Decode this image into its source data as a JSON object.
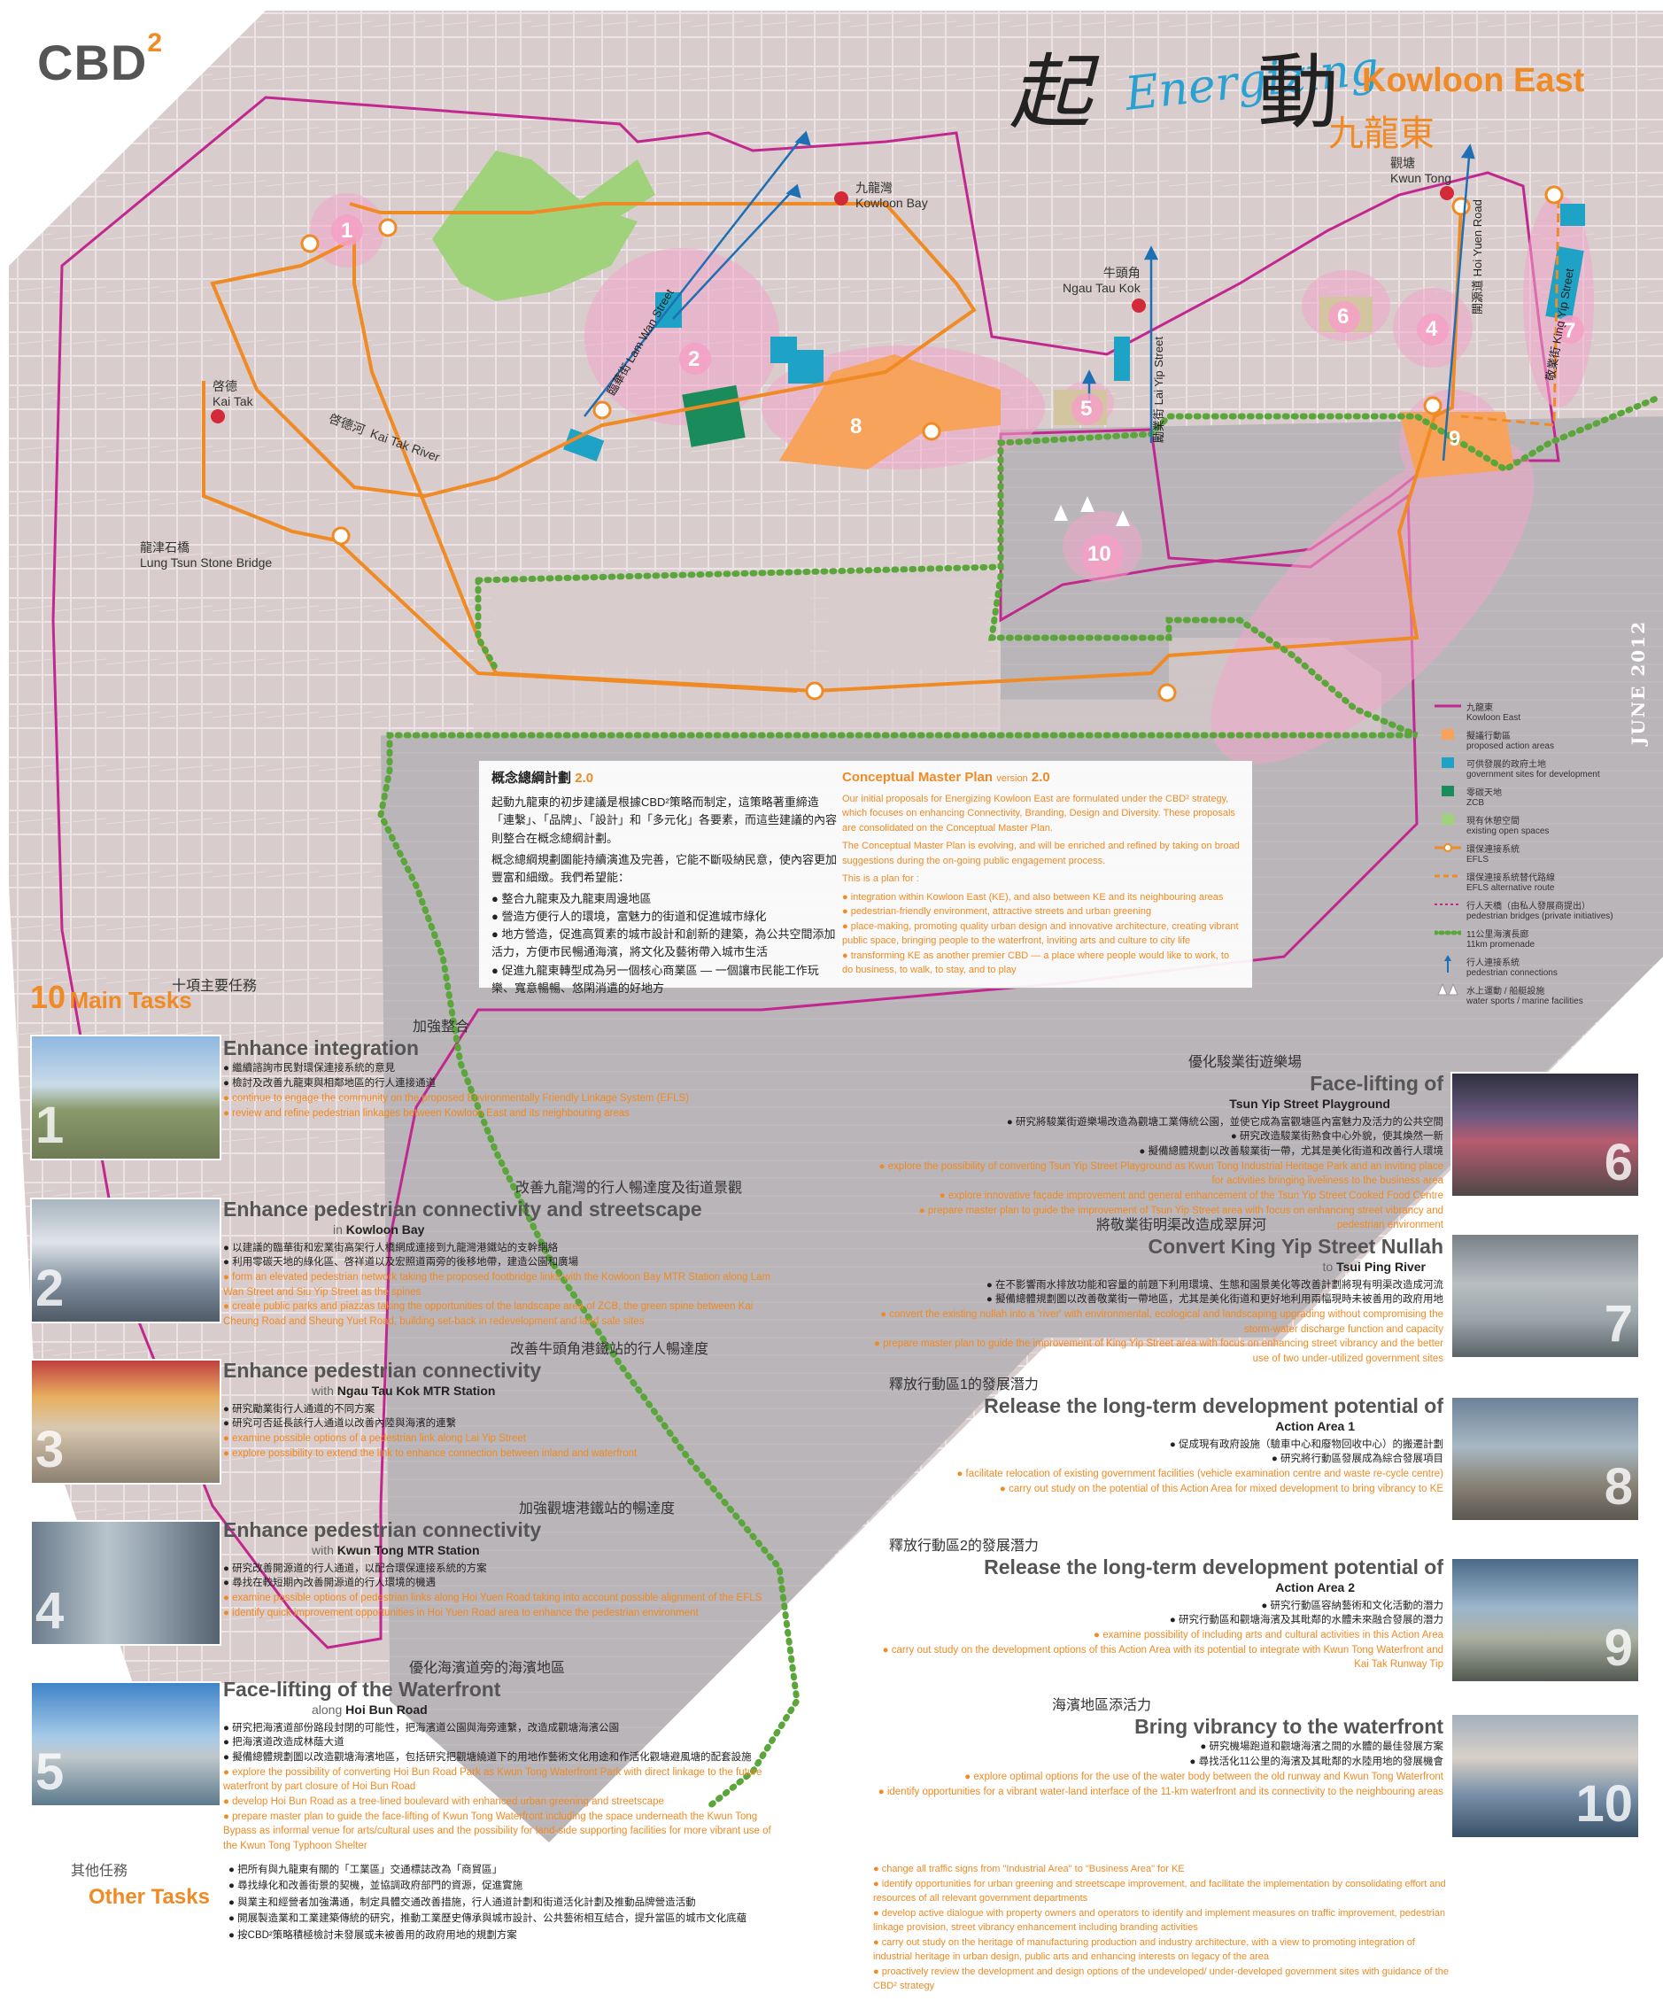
{
  "header": {
    "logo": "CBD",
    "logo_sup": "2",
    "title_cn_left": "起",
    "title_script": "Energizing",
    "title_cn_right": "動",
    "district_en": "Kowloon East",
    "district_cn": "九龍東",
    "date_stamp": "JUNE 2012"
  },
  "map": {
    "stations": [
      {
        "cn": "九龍灣",
        "en": "Kowloon Bay"
      },
      {
        "cn": "牛頭角",
        "en": "Ngau Tau Kok"
      },
      {
        "cn": "觀塘",
        "en": "Kwun Tong"
      },
      {
        "cn": "啓德",
        "en": "Kai Tak"
      }
    ],
    "places": {
      "lung_tsun_cn": "龍津石橋",
      "lung_tsun_en": "Lung Tsun Stone Bridge",
      "river_cn": "啓德河",
      "river_en": "Kai Tak River"
    },
    "streets": {
      "lam_wan": "臨華街 Lam Wan Street",
      "lai_yip": "勵業街 Lai Yip Street",
      "hoi_yuen": "開源道 Hoi Yuen Road",
      "king_yip": "敬業街 King Yip Street"
    },
    "areas": [
      "1",
      "2",
      "4",
      "5",
      "6",
      "7",
      "8",
      "9",
      "10"
    ]
  },
  "master_plan": {
    "title_cn": "概念總綱計劃",
    "version_cn": "2.0",
    "cn_intro": "起動九龍東的初步建議是根據CBD²策略而制定，這策略著重締造「連繫」、「品牌」、「設計」和「多元化」各要素，而這些建議的內容則整合在概念總綱計劃。",
    "cn_intro2": "概念總綱規劃圖能持續演進及完善，它能不斷吸納民意，使內容更加豐富和細緻。我們希望能：",
    "cn_points": [
      "● 整合九龍東及九龍東周邊地區",
      "● 營造方便行人的環境，富魅力的街道和促進城市綠化",
      "● 地方營造，促進高質素的城市設計和創新的建築，為公共空間添加活力，方便市民暢通海濱，將文化及藝術帶入城市生活",
      "● 促進九龍東轉型成為另一個核心商業區 — 一個讓市民能工作玩樂、寬意暢暢、悠閑消遣的好地方"
    ],
    "title_en": "Conceptual Master Plan",
    "version_en": "version",
    "version_en_num": "2.0",
    "en_intro": "Our initial proposals for Energizing Kowloon East are formulated under the CBD² strategy, which focuses on enhancing Connectivity, Branding, Design and Diversity. These proposals are consolidated on the Conceptual Master Plan.",
    "en_intro2": "The Conceptual Master Plan is evolving, and will be enriched and refined by taking on broad suggestions during the on-going public engagement process.",
    "en_intro3": "This is a plan for :",
    "en_points": [
      "● integration within Kowloon East (KE), and also between KE and its neighbouring areas",
      "● pedestrian-friendly environment, attractive streets and urban greening",
      "● place-making, promoting quality urban design and innovative architecture, creating vibrant public space, bringing people to the waterfront, inviting arts and culture to city life",
      "● transforming KE as another premier CBD — a place where people would like to work, to do business, to walk, to stay, and to play"
    ]
  },
  "legend": [
    {
      "cn": "九龍東",
      "en": "Kowloon East",
      "color": "#c2278f"
    },
    {
      "cn": "擬議行動區",
      "en": "proposed action areas",
      "color": "#f7a35c"
    },
    {
      "cn": "可供發展的政府土地",
      "en": "government sites for development",
      "color": "#1ea2c5"
    },
    {
      "cn": "零碳天地",
      "en": "ZCB",
      "color": "#1a8b5a"
    },
    {
      "cn": "現有休憩空間",
      "en": "existing open spaces",
      "color": "#9fd27a"
    },
    {
      "cn": "環保連接系統",
      "en": "EFLS",
      "color": "#f08a24"
    },
    {
      "cn": "環保連接系統替代路線",
      "en": "EFLS alternative route",
      "color": "#f08a24"
    },
    {
      "cn": "行人天橋（由私人發展商提出）",
      "en": "pedestrian bridges (private initiatives)",
      "color": "#c2278f"
    },
    {
      "cn": "11公里海濱長廊",
      "en": "11km promenade",
      "color": "#5aa63a"
    },
    {
      "cn": "行人連接系統",
      "en": "pedestrian connections",
      "color": "#1f6fb5"
    },
    {
      "cn": "水上運動 / 船艇設施",
      "en": "water sports / marine facilities",
      "color": "#ffffff"
    }
  ],
  "tasks_header": {
    "num": "10",
    "en": "Main Tasks",
    "cn": "十項主要任務"
  },
  "tasks": [
    {
      "cn": "加強整合",
      "en": "Enhance integration",
      "sub_pre": "",
      "sub": "",
      "cn_items": [
        "● 繼續諮詢市民對環保連接系統的意見",
        "● 檢討及改善九龍東與相鄰地區的行人連接通道"
      ],
      "en_items": [
        "● continue to engage the community on the proposed Environmentally Friendly Linkage System (EFLS)",
        "● review and refine pedestrian linkages between Kowloon East and its neighbouring areas"
      ]
    },
    {
      "cn": "改善九龍灣的行人暢達度及街道景觀",
      "en": "Enhance pedestrian connectivity and streetscape",
      "sub_pre": "in",
      "sub": "Kowloon Bay",
      "cn_items": [
        "● 以建議的臨華街和宏業街高架行人橋網成連接到九龍灣港鐵站的支幹網絡",
        "● 利用零碳天地的綠化區、啓祥道以及宏照道兩旁的後移地帶，建造公園和廣場"
      ],
      "en_items": [
        "● form an elevated pedestrian network taking the proposed footbridge links with the Kowloon Bay MTR Station along Lam Wan Street and Siu Yip Street as the spines",
        "● create public parks and piazzas taking the opportunities of the landscape area of ZCB, the green spine between Kai Cheung Road and Sheung Yuet Road, building set-back in redevelopment and land sale sites"
      ]
    },
    {
      "cn": "改善牛頭角港鐵站的行人暢達度",
      "en": "Enhance pedestrian connectivity",
      "sub_pre": "with",
      "sub": "Ngau Tau Kok MTR Station",
      "cn_items": [
        "● 研究勵業街行人通道的不同方案",
        "● 研究可否延長該行人通道以改善內陸與海濱的連繫"
      ],
      "en_items": [
        "● examine possible options of a pedestrian link along Lai Yip Street",
        "● explore possibility to extend the link to enhance connection between inland and waterfront"
      ]
    },
    {
      "cn": "加強觀塘港鐵站的暢達度",
      "en": "Enhance pedestrian connectivity",
      "sub_pre": "with",
      "sub": "Kwun Tong MTR Station",
      "cn_items": [
        "● 研究改善開源道的行人通道，以配合環保連接系統的方案",
        "● 尋找在較短期內改善開源道的行人環境的機遇"
      ],
      "en_items": [
        "● examine possible options of pedestrian links along Hoi Yuen Road taking into account possible alignment of the EFLS",
        "● identify quick improvement opportunities in Hoi Yuen Road area to enhance the pedestrian environment"
      ]
    },
    {
      "cn": "優化海濱道旁的海濱地區",
      "en": "Face-lifting of the Waterfront",
      "sub_pre": "along",
      "sub": "Hoi Bun Road",
      "cn_items": [
        "● 研究把海濱道部份路段封閉的可能性，把海濱道公園與海旁連繫，改造成觀塘海濱公園",
        "● 把海濱道改造成林蔭大道",
        "● 擬備總體規劃圖以改造觀塘海濱地區，包括研究把觀塘繞道下的用地作藝術文化用途和作活化觀塘避風塘的配套設施"
      ],
      "en_items": [
        "● explore the possibility of converting Hoi Bun Road Park as Kwun Tong Waterfront Park with direct linkage to the future waterfront by part closure of Hoi Bun Road",
        "● develop Hoi Bun Road as a tree-lined boulevard with enhanced urban greening and streetscape",
        "● prepare master plan to guide the face-lifting of Kwun Tong Waterfront including the space underneath the Kwun Tong Bypass as informal venue for arts/cultural uses and the possibility for land-side supporting facilities for more vibrant use of the Kwun Tong Typhoon Shelter"
      ]
    },
    {
      "cn": "優化駿業街遊樂場",
      "en": "Face-lifting of",
      "sub_pre": "",
      "sub": "Tsun Yip Street Playground",
      "cn_items": [
        "● 研究將駿業街遊樂場改造為觀塘工業傳統公園，並使它成為富觀塘區內富魅力及活力的公共空間",
        "● 研究改造駿業街熟食中心外貌，使其煥然一新",
        "● 擬備總體規劃以改善駿業街一帶，尤其是美化街道和改善行人環境"
      ],
      "en_items": [
        "● explore the possibility of converting Tsun Yip Street Playground as Kwun Tong Industrial Heritage Park and an inviting place for activities bringing liveliness to the business area",
        "● explore innovative façade improvement and general enhancement of the Tsun Yip Street Cooked Food Centre",
        "● prepare master plan to guide the improvement of Tsun Yip Street area with focus on enhancing street vibrancy and pedestrian environment"
      ]
    },
    {
      "cn": "將敬業街明渠改造成翠屏河",
      "en": "Convert King Yip Street Nullah",
      "sub_pre": "to",
      "sub": "Tsui Ping River",
      "cn_items": [
        "● 在不影響雨水排放功能和容量的前題下利用環境、生態和園景美化等改善計劃將現有明渠改造成河流",
        "● 擬備總體規劃圖以改善敬業街一帶地區，尤其是美化街道和更好地利用兩幅現時未被善用的政府用地"
      ],
      "en_items": [
        "● convert the existing nullah into a 'river' with environmental, ecological and landscaping upgrading without compromising the storm-water discharge function and capacity",
        "● prepare master plan to guide the improvement of King Yip Street area with focus on enhancing street vibrancy and the better use of two under-utilized government sites"
      ]
    },
    {
      "cn": "釋放行動區1的發展潛力",
      "en": "Release the long-term development potential of",
      "sub_pre": "",
      "sub": "Action Area 1",
      "cn_items": [
        "● 促成現有政府設施（驗車中心和廢物回收中心）的搬遷計劃",
        "● 研究將行動區發展成為綜合發展項目"
      ],
      "en_items": [
        "● facilitate relocation of existing government facilities (vehicle examination centre and waste re-cycle centre)",
        "● carry out study on the potential of this Action Area for mixed development to bring vibrancy to KE"
      ]
    },
    {
      "cn": "釋放行動區2的發展潛力",
      "en": "Release the long-term development potential of",
      "sub_pre": "",
      "sub": "Action Area 2",
      "cn_items": [
        "● 研究行動區容納藝術和文化活動的潛力",
        "● 研究行動區和觀塘海濱及其毗鄰的水體未來融合發展的潛力"
      ],
      "en_items": [
        "● examine possibility of including arts and cultural activities in this Action Area",
        "● carry out study on the development options of this Action Area with its potential to integrate with Kwun Tong Waterfront and Kai Tak Runway Tip"
      ]
    },
    {
      "cn": "海濱地區添活力",
      "en": "Bring vibrancy to the waterfront",
      "sub_pre": "",
      "sub": "",
      "cn_items": [
        "● 研究機場跑道和觀塘海濱之間的水體的最佳發展方案",
        "● 尋找活化11公里的海濱及其毗鄰的水陸用地的發展機會"
      ],
      "en_items": [
        "● explore optimal options for the use of the water body between the old runway and Kwun Tong Waterfront",
        "● identify opportunities for a vibrant water-land interface of the 11-km waterfront and its connectivity to the neighbouring areas"
      ]
    }
  ],
  "other_tasks": {
    "cn_title": "其他任務",
    "en_title": "Other Tasks",
    "cn_items": [
      "● 把所有與九龍東有關的「工業區」交通標誌改為「商貿區」",
      "● 尋找綠化和改善街景的契機，並協調政府部門的資源，促進實施",
      "● 與業主和經營者加強溝通，制定具體交通改善措施，行人通道計劃和街道活化計劃及推動品牌營造活動",
      "● 開展製造業和工業建築傳統的研究，推動工業歷史傳承與城市設計、公共藝術相互結合，提升當區的城市文化底蘊",
      "● 按CBD²策略積極檢討未發展或未被善用的政府用地的規劃方案"
    ],
    "en_items": [
      "● change all traffic signs from \"Industrial Area\" to \"Business Area\" for KE",
      "● identify opportunities for urban greening and streetscape improvement, and facilitate the implementation by consolidating effort and resources of all relevant government departments",
      "● develop active dialogue with property owners and operators to identify and implement measures on traffic improvement, pedestrian linkage provision, street vibrancy enhancement including branding activities",
      "● carry out study on the heritage of manufacturing production and industry architecture, with a view to promoting integration of industrial heritage in urban design, public arts and enhancing interests on legacy of the area",
      "● proactively review the development and design options of the undeveloped/ under-developed government sites with guidance of the CBD² strategy"
    ]
  }
}
